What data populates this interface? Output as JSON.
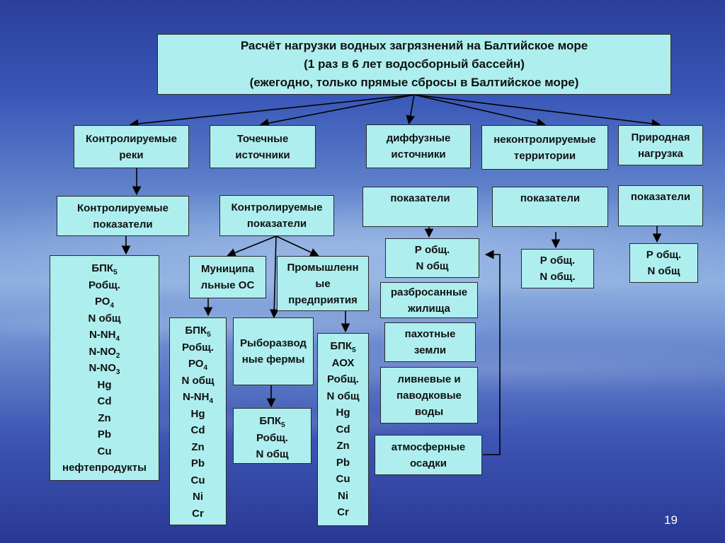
{
  "title": {
    "line1": "Расчёт нагрузки водных загрязнений на Балтийское море",
    "line2": "(1 раз в 6 лет водосборный бассейн)",
    "line3": "(ежегодно, только прямые сбросы в Балтийское море)"
  },
  "categories": {
    "rivers": "Контролируемые\nреки",
    "point": "Точечные\nисточники",
    "diffuse": "диффузные\nисточники",
    "uncontrolled": "неконтролируемые\nтерритории",
    "natural": "Природная\nнагрузка"
  },
  "level2": {
    "rivers_indicators": "Контролируемые\nпоказатели",
    "point_indicators": "Контролируемые\nпоказатели",
    "diffuse_indicators": "показатели",
    "uncontrolled_indicators": "показатели",
    "natural_indicators": "показатели"
  },
  "point_sources": {
    "municipal": "Муниципа\nльные ОС",
    "industrial": "Промышленн\nые\nпредприятия",
    "fish_farms": "Рыборазвод\nные фермы"
  },
  "diffuse_items": {
    "indicators": "Р общ.\nN общ",
    "scattered": "разбросанные\nжилища",
    "arable": "пахотные\nземли",
    "storm": "ливневые и\nпаводковые\nводы",
    "atmospheric": "атмосферные\nосадки"
  },
  "uncontrolled_values": "Р общ.\nN общ.",
  "natural_values": "Р общ.\nN общ",
  "lists": {
    "rivers": [
      "БПК",
      "Робщ.",
      "РО",
      "N общ",
      "N-NH",
      "N-NO",
      "N-NO",
      "Hg",
      "Cd",
      "Zn",
      "Pb",
      "Cu",
      "нефтепродукты"
    ],
    "rivers_sub": [
      "5",
      "",
      "4",
      "",
      "4",
      "2",
      "3",
      "",
      "",
      "",
      "",
      "",
      ""
    ],
    "municipal": [
      "БПК",
      "Робщ.",
      "РО",
      "N общ",
      "N-NH",
      "Hg",
      "Cd",
      "Zn",
      "Pb",
      "Cu",
      "Ni",
      "Cr"
    ],
    "municipal_sub": [
      "5",
      "",
      "4",
      "",
      "4",
      "",
      "",
      "",
      "",
      "",
      "",
      ""
    ],
    "industrial": [
      "БПК",
      "АОХ",
      "Робщ.",
      "N общ",
      "Hg",
      "Cd",
      "Zn",
      "Pb",
      "Cu",
      "Ni",
      "Cr"
    ],
    "industrial_sub": [
      "5",
      "",
      "",
      "",
      "",
      "",
      "",
      "",
      "",
      "",
      ""
    ],
    "fish": [
      "БПК",
      "Робщ.",
      "N общ"
    ],
    "fish_sub": [
      "5",
      "",
      ""
    ]
  },
  "page_number": "19"
}
